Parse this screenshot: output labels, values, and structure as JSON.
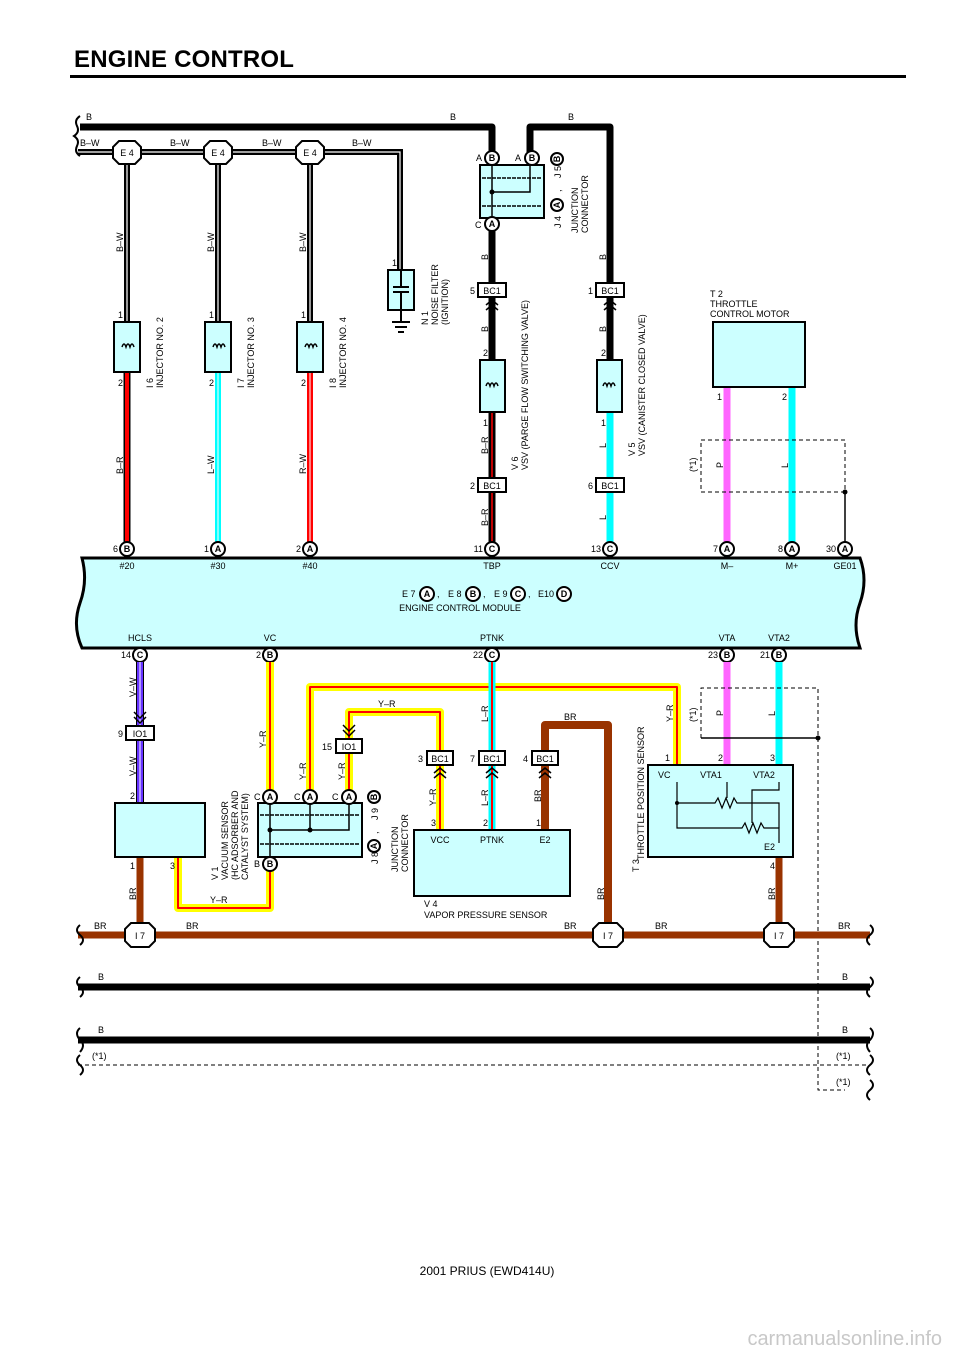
{
  "title": "ENGINE CONTROL",
  "footer": "2001 PRIUS (EWD414U)",
  "watermark": "carmanualsonline.info",
  "colors": {
    "box_fill": "#ccffff",
    "B": "#000000",
    "BR": "#993300",
    "R": "#ff0000",
    "L": "#00ffff",
    "Y": "#ffff00",
    "V": "#6633ff",
    "P": "#ff66ff"
  },
  "top": {
    "b_left": "B",
    "b_mid": "B",
    "b_right": "B",
    "bw": [
      "B–W",
      "B–W",
      "B–W",
      "B–W"
    ],
    "e4": "E 4"
  },
  "injectors": [
    {
      "code": "I 6",
      "name": "INJECTOR NO. 2",
      "wire_top": "B–W",
      "wire_bot": "B–R",
      "pin_top": "1",
      "pin_bot": "2"
    },
    {
      "code": "I 7",
      "name": "INJECTOR NO. 3",
      "wire_top": "B–W",
      "wire_bot": "L–W",
      "pin_top": "1",
      "pin_bot": "2"
    },
    {
      "code": "I 8",
      "name": "INJECTOR NO. 4",
      "wire_top": "B–W",
      "wire_bot": "R–W",
      "pin_top": "1",
      "pin_bot": "2"
    }
  ],
  "noise_filter": {
    "code": "N 1",
    "name": "NOISE FILTER",
    "sub": "(IGNITION)",
    "pin": "1"
  },
  "jc_top": {
    "code": "J 4",
    "code2": "J 5",
    "sep": ",",
    "pin_a": "A",
    "pin_b": "B",
    "pin_c": "C",
    "l1": "JUNCTION",
    "l2": "CONNECTOR",
    "conn_a": "A",
    "conn_b": "B"
  },
  "v6": {
    "code": "V 6",
    "name": "VSV (PARGE FLOW SWITCHING VALVE)",
    "bc1_top": "5",
    "bc1_bot": "2",
    "pin_top": "2",
    "pin_bot": "1",
    "w1": "B",
    "w2": "B",
    "w3": "B–R",
    "w4": "B–R"
  },
  "v5": {
    "code": "V 5",
    "name": "VSV (CANISTER CLOSED VALVE)",
    "bc1_top": "1",
    "bc1_bot": "6",
    "pin_top": "2",
    "pin_bot": "1",
    "w1": "B",
    "w2": "B",
    "w3": "L",
    "w4": "L"
  },
  "bc1": "BC1",
  "io1": "IO1",
  "t2": {
    "code": "T 2",
    "name1": "THROTTLE",
    "name2": "CONTROL MOTOR",
    "pin1": "1",
    "pin2": "2",
    "w1": "P",
    "w2": "L",
    "star": "(*1)"
  },
  "ecm": {
    "top_pins": [
      {
        "num": "6",
        "conn": "B",
        "name": "#20"
      },
      {
        "num": "1",
        "conn": "A",
        "name": "#30"
      },
      {
        "num": "2",
        "conn": "A",
        "name": "#40"
      },
      {
        "num": "11",
        "conn": "C",
        "name": "TBP"
      },
      {
        "num": "13",
        "conn": "C",
        "name": "CCV"
      },
      {
        "num": "7",
        "conn": "A",
        "name": "M–"
      },
      {
        "num": "8",
        "conn": "A",
        "name": "M+"
      },
      {
        "num": "30",
        "conn": "A",
        "name": "GE01"
      }
    ],
    "codes": [
      {
        "code": "E 7",
        "conn": "A"
      },
      {
        "code": "E 8",
        "conn": "B"
      },
      {
        "code": "E 9",
        "conn": "C"
      },
      {
        "code": "E10",
        "conn": "D"
      }
    ],
    "sep": ",",
    "name": "ENGINE CONTROL MODULE",
    "bottom_pins": [
      {
        "num": "14",
        "conn": "C",
        "name": "HCLS"
      },
      {
        "num": "2",
        "conn": "B",
        "name": "VC"
      },
      {
        "num": "22",
        "conn": "C",
        "name": "PTNK"
      },
      {
        "num": "23",
        "conn": "B",
        "name": "VTA"
      },
      {
        "num": "21",
        "conn": "B",
        "name": "VTA2"
      }
    ]
  },
  "v1": {
    "code": "V 1",
    "l1": "VACUUM SENSOR",
    "l2": "(HC ADSORBER AND",
    "l3": "CATALYST SYSTEM)",
    "pin1": "1",
    "pin2": "2",
    "pin3": "3",
    "io_pin": "9",
    "w_vw1": "V–W",
    "w_vw2": "V–W",
    "w_br": "BR",
    "w_yr": "Y–R"
  },
  "jc_bot": {
    "code": "J 8",
    "code2": "J 9",
    "sep": ",",
    "conn_a": "A",
    "conn_b": "B",
    "pin_c": "C",
    "pin_b": "B",
    "l1": "JUNCTION",
    "l2": "CONNECTOR",
    "io_pin": "15",
    "w_vc": "Y–R",
    "w_mid": "Y–R",
    "w_right": "Y–R",
    "w_top": "Y–R"
  },
  "v4": {
    "code": "V 4",
    "name": "VAPOR PRESSURE SENSOR",
    "vcc": "VCC",
    "ptnk": "PTNK",
    "e2": "E2",
    "p_vcc": "3",
    "p_ptnk": "2",
    "p_e2": "1",
    "bc_vcc": "3",
    "bc_ptnk": "7",
    "bc_e2": "4",
    "w_yr": "Y–R",
    "w_lr1": "L–R",
    "w_lr2": "L–R",
    "w_br1": "BR",
    "w_br2": "BR",
    "w_br3": "BR"
  },
  "t3": {
    "code": "T 3",
    "name": "THROTTLE POSITION SENSOR",
    "vc": "VC",
    "vta1": "VTA1",
    "vta2": "VTA2",
    "e2": "E2",
    "p1": "1",
    "p2": "2",
    "p3": "3",
    "p4": "4",
    "w_yr": "Y–R",
    "w_p": "P",
    "w_l": "L",
    "w_br": "BR",
    "star": "(*1)"
  },
  "ground": {
    "i7": "I 7",
    "br": [
      "BR",
      "BR",
      "BR",
      "BR",
      "BR"
    ],
    "b": [
      "B",
      "B",
      "B",
      "B"
    ],
    "star": [
      "(*1)",
      "(*1)",
      "(*1)"
    ]
  }
}
